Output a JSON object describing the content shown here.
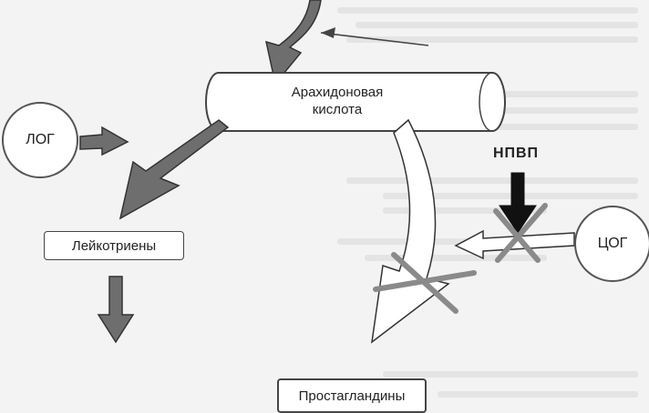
{
  "diagram": {
    "nodes": {
      "arachidonic_acid": "Арахидоновая\nкислота",
      "log": "ЛОГ",
      "leukotrienes": "Лейкотриены",
      "cog": "ЦОГ",
      "nsaid": "НПВП",
      "prostaglandins": "Простагландины"
    }
  },
  "colors": {
    "arrow_fill": "#6e6e6e",
    "cross": "#8a8a8a",
    "stroke": "#333333"
  }
}
